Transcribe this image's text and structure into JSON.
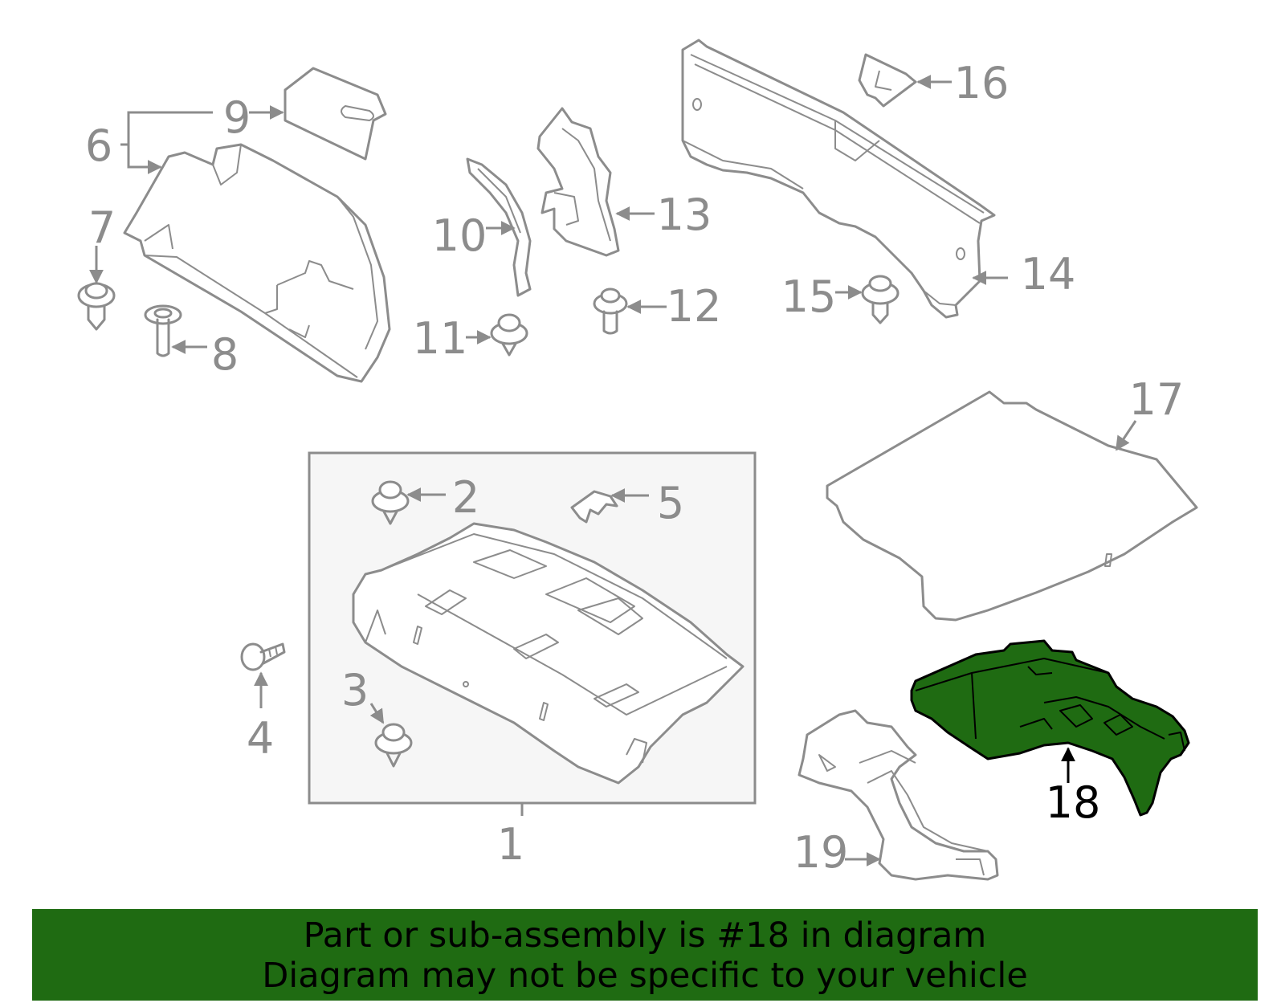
{
  "diagram": {
    "highlight_color": "#1f6b12",
    "line_color": "#8c8c8c",
    "callouts": [
      "1",
      "2",
      "3",
      "4",
      "5",
      "6",
      "7",
      "8",
      "9",
      "10",
      "11",
      "12",
      "13",
      "14",
      "15",
      "16",
      "17",
      "18",
      "19"
    ],
    "highlighted_callout": "18"
  },
  "banner": {
    "line1": "Part or sub-assembly is #18 in diagram",
    "line2": "Diagram may not be specific to your vehicle"
  }
}
